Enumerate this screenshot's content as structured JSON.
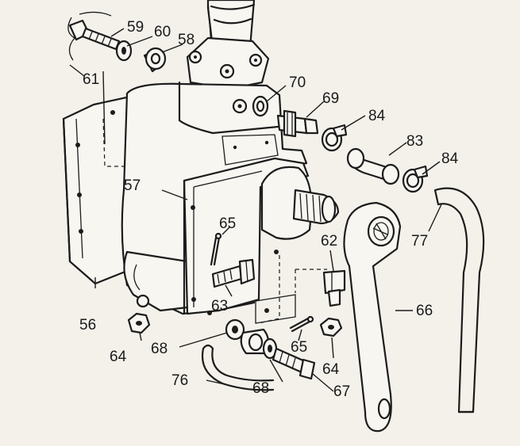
{
  "callouts": {
    "c56": "56",
    "c57": "57",
    "c58": "58",
    "c59": "59",
    "c60": "60",
    "c61": "61",
    "c62": "62",
    "c63": "63",
    "c64a": "64",
    "c64b": "64",
    "c65a": "65",
    "c65b": "65",
    "c66": "66",
    "c67": "67",
    "c68a": "68",
    "c68b": "68",
    "c69": "69",
    "c70": "70",
    "c76": "76",
    "c77": "77",
    "c83": "83",
    "c84a": "84",
    "c84b": "84"
  }
}
